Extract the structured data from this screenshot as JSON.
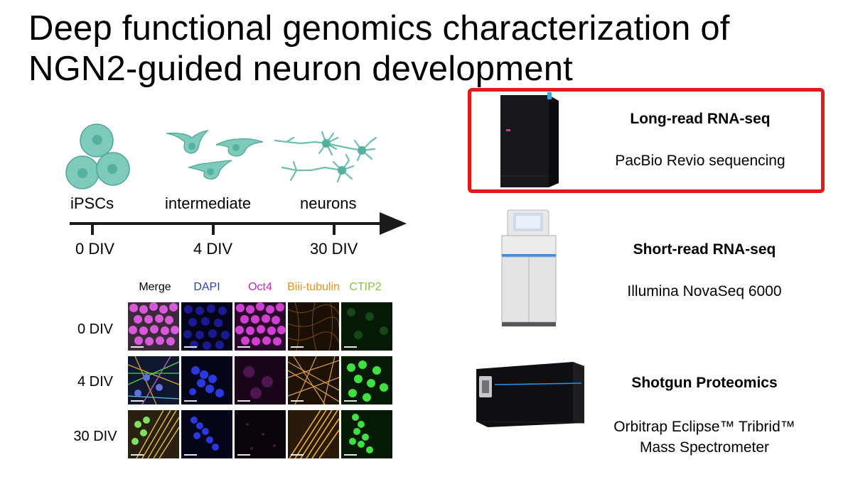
{
  "title": {
    "line1": "Deep functional genomics characterization of",
    "line2": "NGN2-guided neuron development"
  },
  "timeline": {
    "stages": [
      "iPSCs",
      "intermediate",
      "neurons"
    ],
    "days": [
      "0 DIV",
      "4 DIV",
      "30 DIV"
    ]
  },
  "microscopy": {
    "columns": [
      {
        "label": "Merge",
        "color": "#000000"
      },
      {
        "label": "DAPI",
        "color": "#2b3fb0"
      },
      {
        "label": "Oct4",
        "color": "#c428c4"
      },
      {
        "label": "Biii-tubulin",
        "color": "#e8901c"
      },
      {
        "label": "CTIP2",
        "color": "#7ecb2c"
      }
    ],
    "rows": [
      "0 DIV",
      "4 DIV",
      "30 DIV"
    ]
  },
  "instruments": [
    {
      "name": "Long-read RNA-seq",
      "platform": "PacBio Revio sequencing",
      "icon": "pacbio-revio-sequencer-icon",
      "highlighted": true
    },
    {
      "name": "Short-read RNA-seq",
      "platform": "Illumina NovaSeq 6000",
      "icon": "illumina-novaseq-sequencer-icon",
      "highlighted": false
    },
    {
      "name": "Shotgun Proteomics",
      "platform_line1": "Orbitrap Eclipse™ Tribrid™",
      "platform_line2": "Mass Spectrometer",
      "icon": "orbitrap-mass-spectrometer-icon",
      "highlighted": false
    }
  ],
  "colors": {
    "highlight": "#e41a1a",
    "cell_fill": "#7ecbbb",
    "cell_stroke": "#4fa897"
  }
}
